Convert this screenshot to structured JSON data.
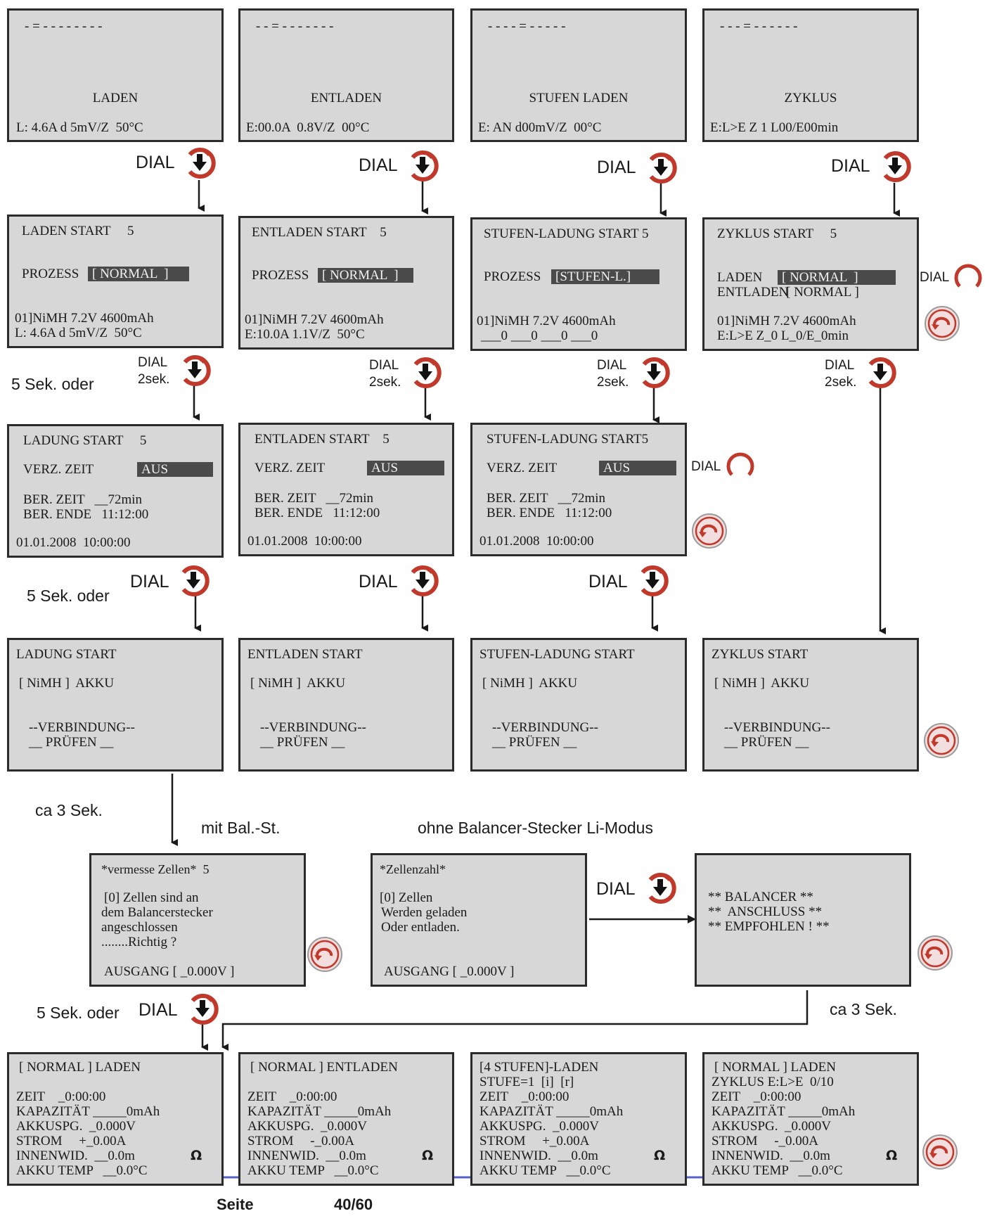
{
  "labels": {
    "dial": "DIAL",
    "dial_2sek": "2sek.",
    "five_sek_oder": "5 Sek. oder",
    "ca_3_sek": "ca 3 Sek.",
    "mit_bal": "mit Bal.-St.",
    "ohne_bal": "ohne Balancer-Stecker Li-Modus"
  },
  "row1": [
    {
      "dashes": "- = - - - - - - - -",
      "title": "LADEN",
      "info": "L: 4.6A d 5mV/Z  50°C"
    },
    {
      "dashes": "- - = - - - - - - -",
      "title": "ENTLADEN",
      "info": "E:00.0A  0.8V/Z  00°C"
    },
    {
      "dashes": "- - - - = - - - - -",
      "title": "STUFEN LADEN",
      "info": "E: AN d00mV/Z  00°C"
    },
    {
      "dashes": "- - - = - - - - - -",
      "title": "ZYKLUS",
      "info": "E:L>E Z 1 L00/E00min"
    }
  ],
  "row2": [
    {
      "head": "LADEN START     5",
      "l1": "PROZESS",
      "v1": "[ NORMAL  ]",
      "l2": "",
      "v2": "",
      "a": "01]NiMH 7.2V 4600mAh",
      "b": "L: 4.6A d 5mV/Z  50°C"
    },
    {
      "head": "ENTLADEN START    5",
      "l1": "PROZESS",
      "v1": "[ NORMAL  ]",
      "l2": "",
      "v2": "",
      "a": "01]NiMH 7.2V 4600mAh",
      "b": "E:10.0A 1.1V/Z  50°C"
    },
    {
      "head": "STUFEN-LADUNG START 5",
      "l1": "PROZESS",
      "v1": "[STUFEN-L.]",
      "l2": "",
      "v2": "",
      "a": "01]NiMH 7.2V 4600mAh",
      "b": "___0 ___0 ___0 ___0"
    },
    {
      "head": "ZYKLUS START     5",
      "l1": "LADEN",
      "v1": "[ NORMAL  ]",
      "l2": "ENTLADEN",
      "v2": "[ NORMAL ]",
      "a": "01]NiMH 7.2V 4600mAh",
      "b": "E:L>E Z_0 L_0/E_0min"
    }
  ],
  "row3": [
    {
      "head": "LADUNG START     5",
      "verz": "VERZ. ZEIT",
      "val": "AUS",
      "ber_zeit": "BER. ZEIT   __72min",
      "ber_ende": "BER. ENDE   11:12:00",
      "date": "01.01.2008  10:00:00"
    },
    {
      "head": "ENTLADEN START    5",
      "verz": "VERZ. ZEIT",
      "val": "AUS",
      "ber_zeit": "BER. ZEIT   __72min",
      "ber_ende": "BER. ENDE   11:12:00",
      "date": "01.01.2008  10:00:00"
    },
    {
      "head": "STUFEN-LADUNG START5",
      "verz": "VERZ. ZEIT",
      "val": "AUS",
      "ber_zeit": "BER. ZEIT   __72min",
      "ber_ende": "BER. ENDE   11:12:00",
      "date": "01.01.2008  10:00:00"
    }
  ],
  "row4": [
    {
      "head": "LADUNG START",
      "akku": "[ NiMH ]  AKKU",
      "v1": "--VERBINDUNG--",
      "v2": "__ PRÜFEN __"
    },
    {
      "head": "ENTLADEN START",
      "akku": "[ NiMH ]  AKKU",
      "v1": "--VERBINDUNG--",
      "v2": "__ PRÜFEN __"
    },
    {
      "head": "STUFEN-LADUNG START",
      "akku": "[ NiMH ]  AKKU",
      "v1": "--VERBINDUNG--",
      "v2": "__ PRÜFEN __"
    },
    {
      "head": "ZYKLUS START",
      "akku": "[ NiMH ]  AKKU",
      "v1": "--VERBINDUNG--",
      "v2": "__ PRÜFEN __"
    }
  ],
  "row5": {
    "vermesse": [
      "*vermesse Zellen*  5",
      "[0] Zellen sind an",
      "dem Balancerstecker",
      "angeschlossen",
      "........Richtig ?",
      "AUSGANG [ _0.000V ]"
    ],
    "zellenzahl": [
      "*Zellenzahl*",
      "[0] Zellen",
      "Werden geladen",
      "Oder entladen.",
      "AUSGANG [ _0.000V ]"
    ],
    "balancer": [
      "** BALANCER **",
      "**  ANSCHLUSS **",
      "** EMPFOHLEN ! **"
    ]
  },
  "row6": [
    {
      "lines": [
        "[ NORMAL ] LADEN",
        "",
        "ZEIT    _0:00:00",
        "KAPAZITÄT _____0mAh",
        "AKKUSPG.  _0.000V",
        "STROM     +_0.00A",
        "INNENWID.  __0.0m",
        "AKKU TEMP   __0.0°C"
      ],
      "ohm": "Ω"
    },
    {
      "lines": [
        "[ NORMAL ] ENTLADEN",
        "",
        "ZEIT    _0:00:00",
        "KAPAZITÄT _____0mAh",
        "AKKUSPG.  _0.000V",
        "STROM     -_0.00A",
        "INNENWID.  __0.0m",
        "AKKU TEMP   __0.0°C"
      ],
      "ohm": "Ω"
    },
    {
      "lines": [
        "[4 STUFEN]-LADEN",
        "STUFE=1  [i]  [r]",
        "ZEIT    _0:00:00",
        "KAPAZITÄT _____0mAh",
        "AKKUSPG.  _0.000V",
        "STROM     +_0.00A",
        "INNENWID.  __0.0m",
        "AKKU TEMP   __0.0°C"
      ],
      "ohm": "Ω"
    },
    {
      "lines": [
        "[ NORMAL ] LADEN",
        "ZYKLUS E:L>E  0/10",
        "ZEIT    _0:00:00",
        "KAPAZITÄT _____0mAh",
        "AKKUSPG.  _0.000V",
        "STROM     -_0.00A",
        "INNENWID.  __0.0m",
        "AKKU TEMP   __0.0°C"
      ],
      "ohm": "Ω"
    }
  ],
  "footer": {
    "seite": "Seite",
    "page": "40/60"
  },
  "colors": {
    "accent": "#c0392b",
    "lcd": "#d7d7d7",
    "rule": "#5560c8"
  }
}
